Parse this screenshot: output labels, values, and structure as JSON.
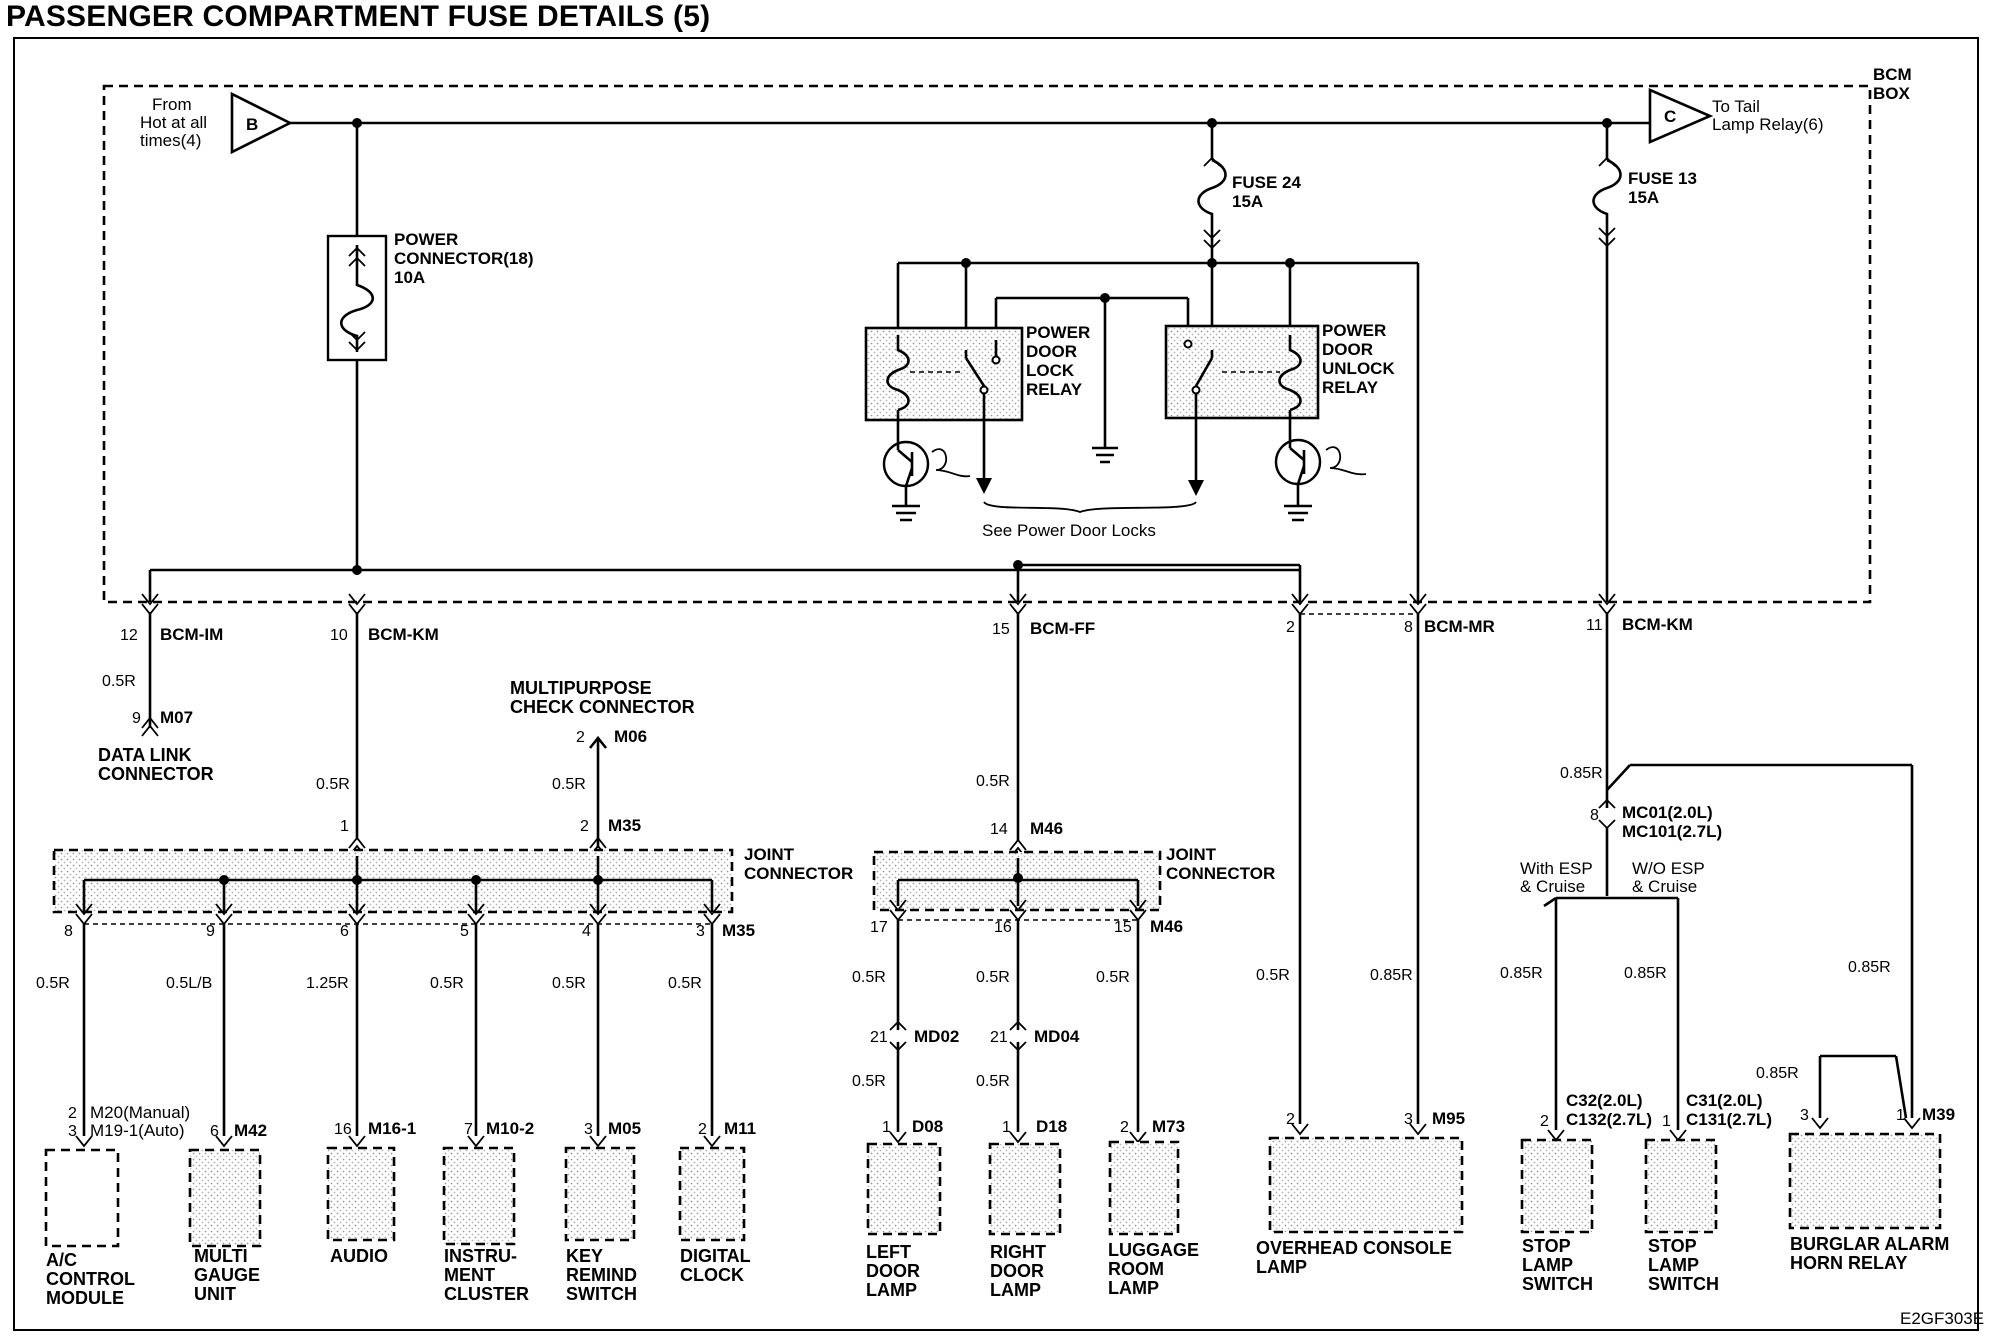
{
  "title": "PASSENGER COMPARTMENT FUSE DETAILS (5)",
  "code": "E2GF303E",
  "bcm_box": [
    "BCM",
    "BOX"
  ],
  "connectors": {
    "b": "B",
    "c": "C",
    "from_hot": [
      "From",
      "Hot at all",
      "times(4)"
    ],
    "to_tail": [
      "To Tail",
      "Lamp Relay(6)"
    ]
  },
  "fuses": {
    "power_connector": [
      "POWER",
      "CONNECTOR(18)",
      "10A"
    ],
    "fuse24": [
      "FUSE 24",
      "15A"
    ],
    "fuse13": [
      "FUSE 13",
      "15A"
    ]
  },
  "relays": {
    "lock": [
      "POWER",
      "DOOR",
      "LOCK",
      "RELAY"
    ],
    "unlock": [
      "POWER",
      "DOOR",
      "UNLOCK",
      "RELAY"
    ],
    "see_note": "See Power Door Locks"
  },
  "bcm_pins": [
    {
      "pin": "12",
      "name": "BCM-IM"
    },
    {
      "pin": "10",
      "name": "BCM-KM"
    },
    {
      "pin": "15",
      "name": "BCM-FF"
    },
    {
      "pin": "2",
      "name": ""
    },
    {
      "pin": "8",
      "name": "BCM-MR"
    },
    {
      "pin": "11",
      "name": "BCM-KM"
    }
  ],
  "dlc": {
    "wire": "0.5R",
    "pin": "9",
    "conn": "M07",
    "name": [
      "DATA LINK",
      "CONNECTOR"
    ]
  },
  "mpcc": {
    "name": [
      "MULTIPURPOSE",
      "CHECK CONNECTOR"
    ],
    "pin": "2",
    "conn": "M06",
    "wire": "0.5R",
    "jpin": "2",
    "jconn": "M35"
  },
  "joint_label": [
    "JOINT",
    "CONNECTOR"
  ],
  "joint1": {
    "in_wire": "0.5R",
    "in_pin": "1",
    "out_pins": [
      "8",
      "9",
      "6",
      "5",
      "4",
      "3"
    ],
    "out_conn": "M35",
    "branches": [
      {
        "wire": "0.5R",
        "pins": [
          "2",
          "3"
        ],
        "conns": [
          "M20(Manual)",
          "M19-1(Auto)"
        ],
        "name": [
          "A/C",
          "CONTROL",
          "MODULE"
        ]
      },
      {
        "wire": "0.5L/B",
        "pins": [
          "6"
        ],
        "conns": [
          "M42"
        ],
        "name": [
          "MULTI",
          "GAUGE",
          "UNIT"
        ]
      },
      {
        "wire": "1.25R",
        "pins": [
          "16"
        ],
        "conns": [
          "M16-1"
        ],
        "name": [
          "AUDIO"
        ]
      },
      {
        "wire": "0.5R",
        "pins": [
          "7"
        ],
        "conns": [
          "M10-2"
        ],
        "name": [
          "INSTRU-",
          "MENT",
          "CLUSTER"
        ]
      },
      {
        "wire": "0.5R",
        "pins": [
          "3"
        ],
        "conns": [
          "M05"
        ],
        "name": [
          "KEY",
          "REMIND",
          "SWITCH"
        ]
      },
      {
        "wire": "0.5R",
        "pins": [
          "2"
        ],
        "conns": [
          "M11"
        ],
        "name": [
          "DIGITAL",
          "CLOCK"
        ]
      }
    ]
  },
  "joint2": {
    "in_wire": "0.5R",
    "in_pin": "14",
    "in_conn": "M46",
    "out_pins": [
      "17",
      "16",
      "15"
    ],
    "out_conn": "M46",
    "branches": [
      {
        "wire": "0.5R",
        "mid_pin": "21",
        "mid_conn": "MD02",
        "wire2": "0.5R",
        "pin": "1",
        "conn": "D08",
        "name": [
          "LEFT",
          "DOOR",
          "LAMP"
        ]
      },
      {
        "wire": "0.5R",
        "mid_pin": "21",
        "mid_conn": "MD04",
        "wire2": "0.5R",
        "pin": "1",
        "conn": "D18",
        "name": [
          "RIGHT",
          "DOOR",
          "LAMP"
        ]
      },
      {
        "wire": "0.5R",
        "pin": "2",
        "conn": "M73",
        "name": [
          "LUGGAGE",
          "ROOM",
          "LAMP"
        ]
      }
    ]
  },
  "overhead": {
    "wire_a": "0.5R",
    "wire_b": "0.85R",
    "pin_a": "2",
    "pin_b": "3",
    "conn": "M95",
    "name": [
      "OVERHEAD CONSOLE",
      "LAMP"
    ]
  },
  "stop": {
    "wire": "0.85R",
    "pin": "8",
    "conns": [
      "MC01(2.0L)",
      "MC101(2.7L)"
    ],
    "with_esp": [
      "With ESP",
      "& Cruise"
    ],
    "wo_esp": [
      "W/O ESP",
      "& Cruise"
    ],
    "left": {
      "wire": "0.85R",
      "pin": "2",
      "conns": [
        "C32(2.0L)",
        "C132(2.7L)"
      ],
      "name": [
        "STOP",
        "LAMP",
        "SWITCH"
      ]
    },
    "right": {
      "wire": "0.85R",
      "pin": "1",
      "conns": [
        "C31(2.0L)",
        "C131(2.7L)"
      ],
      "name": [
        "STOP",
        "LAMP",
        "SWITCH"
      ]
    }
  },
  "horn": {
    "wire_a": "0.85R",
    "wire_b": "0.85R",
    "pin_a": "3",
    "pin_b": "1",
    "conn": "M39",
    "name": [
      "BURGLAR ALARM",
      "HORN RELAY"
    ]
  }
}
